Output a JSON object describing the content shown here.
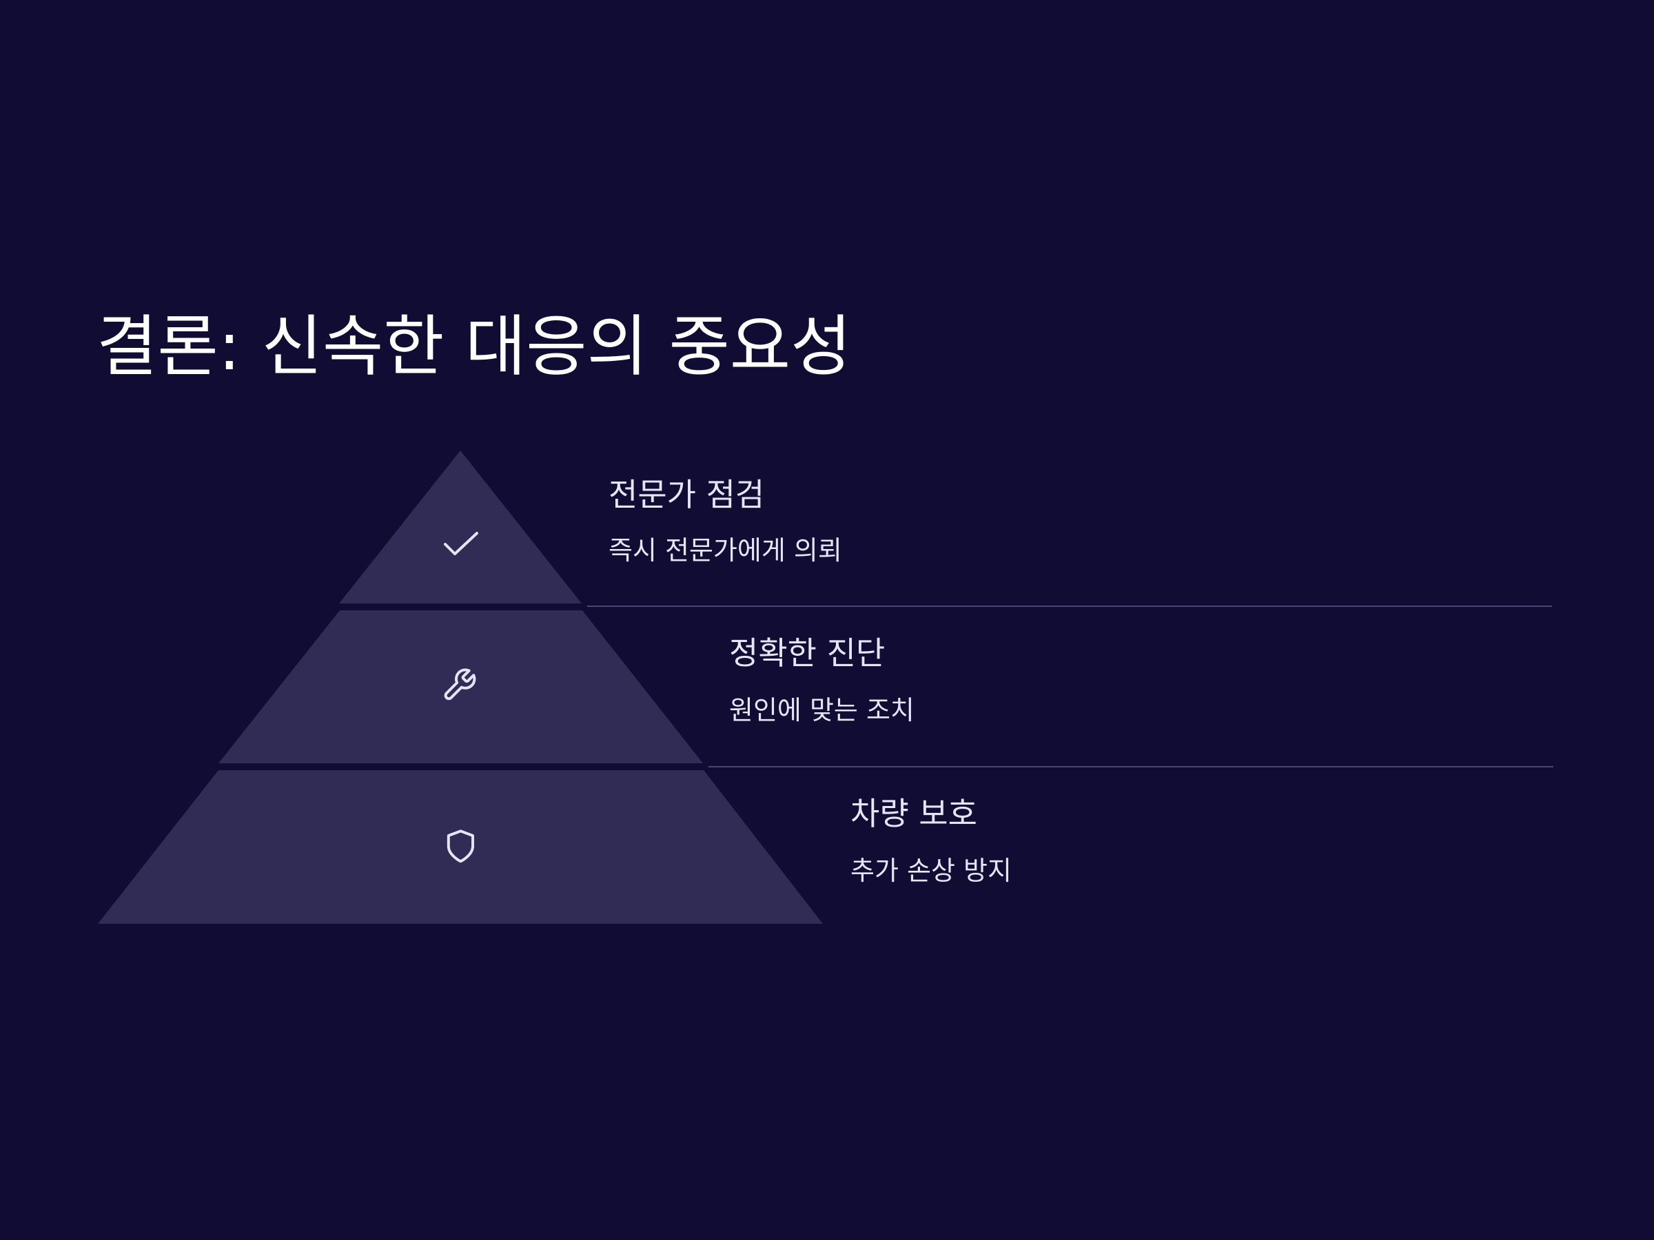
{
  "slide": {
    "title": "결론: 신속한 대응의 중요성"
  },
  "tiers": [
    {
      "heading": "전문가 점검",
      "description": "즉시 전문가에게 의뢰",
      "icon": "check-icon"
    },
    {
      "heading": "정확한 진단",
      "description": "원인에 맞는 조치",
      "icon": "wrench-icon"
    },
    {
      "heading": "차량 보호",
      "description": "추가 손상 방지",
      "icon": "shield-icon"
    }
  ],
  "colors": {
    "background": "#100c33",
    "tier_fill": "#312c56",
    "divider": "#4a4670",
    "icon_stroke": "#e6e4f5",
    "text": "#ffffff"
  }
}
